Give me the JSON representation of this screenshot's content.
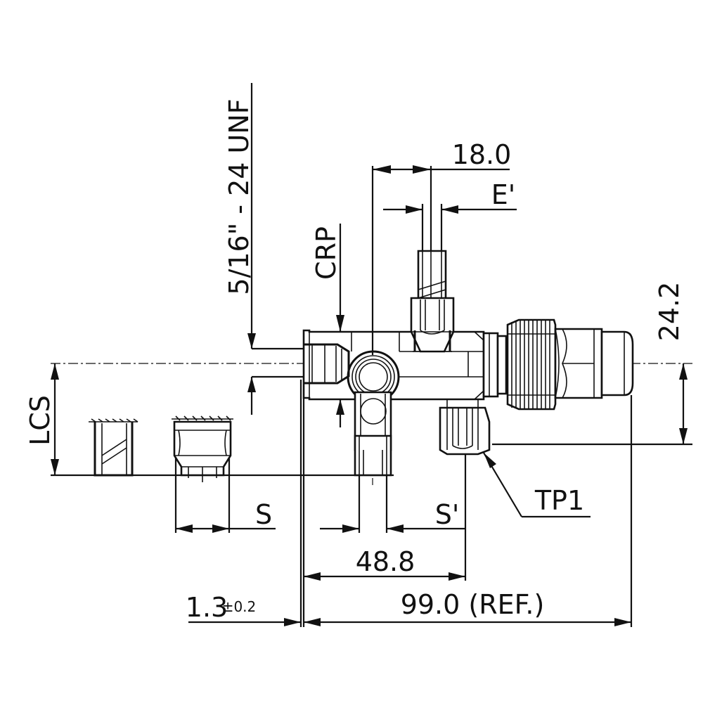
{
  "dimensions": {
    "thread": "5/16\" - 24 UNF",
    "crp": "CRP",
    "d18": "18.0",
    "e_prime": "E'",
    "d24": "24.2",
    "lcs": "LCS",
    "s": "S",
    "s_prime": "S'",
    "tp1": "TP1",
    "d48": "48.8",
    "d99": "99.0 (REF.)",
    "d13": "1.3",
    "d13_tol": "±0.2"
  }
}
